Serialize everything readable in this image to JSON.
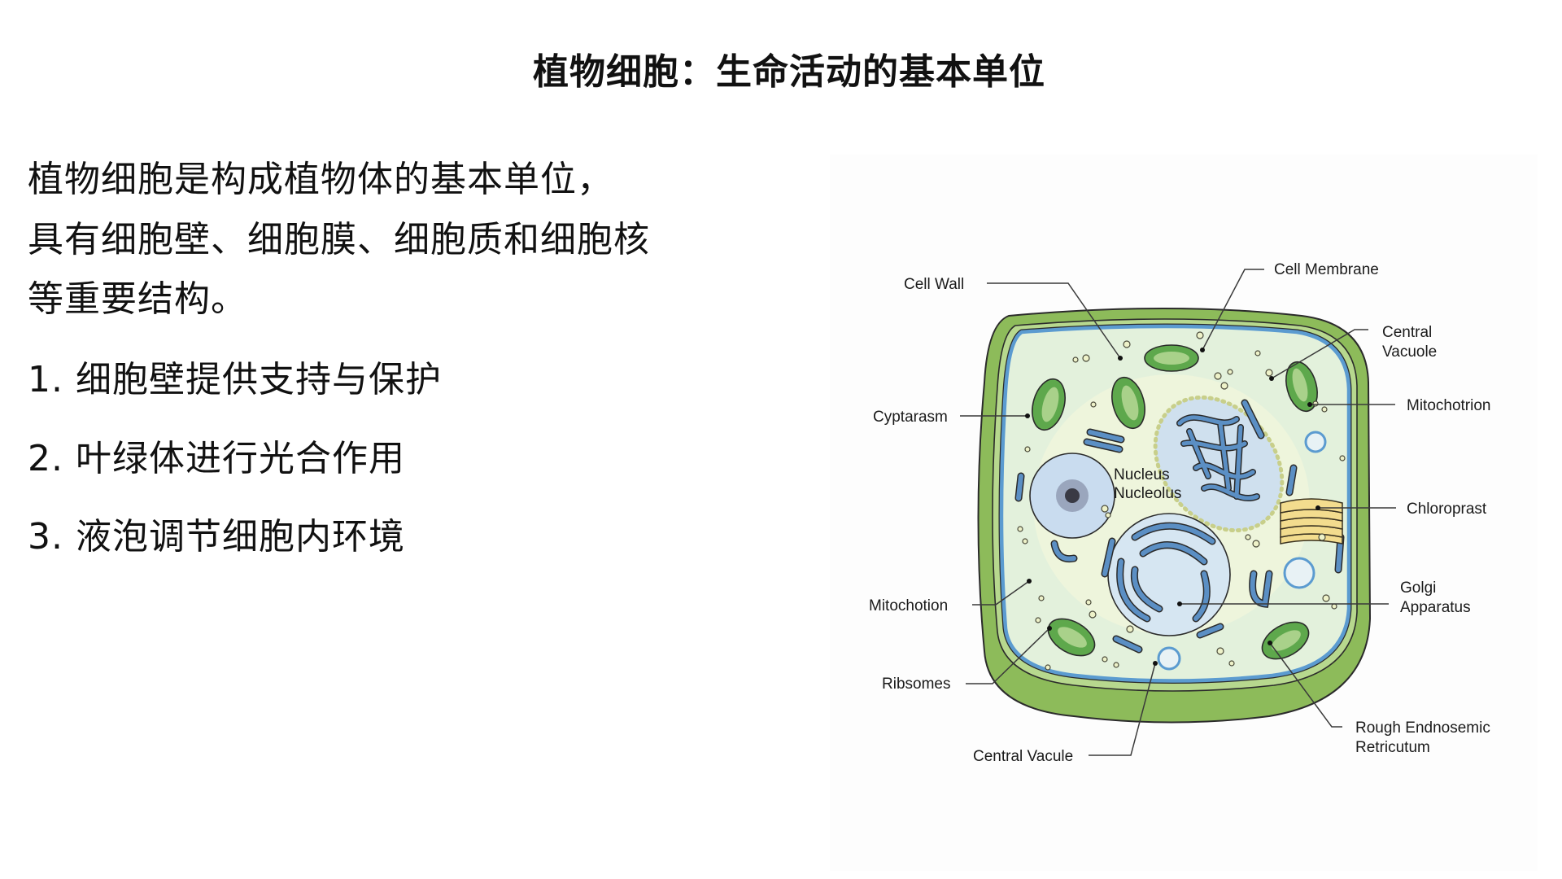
{
  "title": "植物细胞：生命活动的基本单位",
  "intro": {
    "lines": [
      "植物细胞是构成植物体的基本单位，",
      "具有细胞壁、细胞膜、细胞质和细胞核",
      "等重要结构。"
    ]
  },
  "points": [
    "1. 细胞壁提供支持与保护",
    "2. 叶绿体进行光合作用",
    "3. 液泡调节细胞内环境"
  ],
  "diagram": {
    "labels": {
      "cell_wall": "Cell Wall",
      "cell_membrane": "Cell Membrane",
      "central_vacuole_1": "Central",
      "central_vacuole_2": "Vacuole",
      "mitochotrion": "Mitochotrion",
      "cyptarasm": "Cyptarasm",
      "nucleus": "Nucleus",
      "nucleolus": "Nucleolus",
      "chloroprast": "Chloroprast",
      "golgi_1": "Golgi",
      "golgi_2": "Apparatus",
      "mitochotion": "Mitochotion",
      "ribsomes": "Ribsomes",
      "rough_er_1": "Rough Endnosemic",
      "rough_er_2": "Retricutum",
      "central_vacule": "Central Vacule"
    },
    "colors": {
      "wall_outer": "#8dbb5a",
      "wall_inner": "#b7d88e",
      "membrane": "#5b9bd0",
      "cytoplasm": "#e3f1dc",
      "chloroplast": "#5ea84c",
      "chloroplast_inner": "#a9d18a",
      "organelle_blue": "#5b8fc4",
      "nucleus_fill": "#c9dcef",
      "stack_yellow": "#f3dc8e"
    }
  }
}
